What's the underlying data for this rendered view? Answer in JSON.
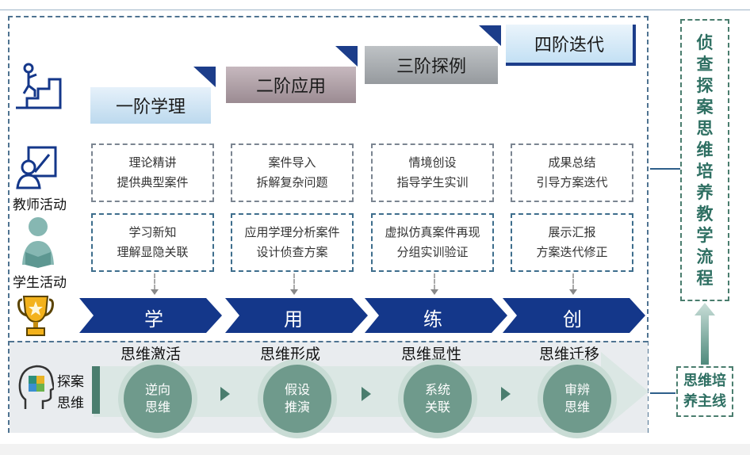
{
  "stages": [
    "一阶学理",
    "二阶应用",
    "三阶探例",
    "四阶迭代"
  ],
  "row_labels": {
    "teacher": "教师活动",
    "student": "学生活动"
  },
  "teacher_activities": [
    {
      "line1": "理论精讲",
      "line2": "提供典型案件"
    },
    {
      "line1": "案件导入",
      "line2": "拆解复杂问题"
    },
    {
      "line1": "情境创设",
      "line2": "指导学生实训"
    },
    {
      "line1": "成果总结",
      "line2": "引导方案迭代"
    }
  ],
  "student_activities": [
    {
      "line1": "学习新知",
      "line2": "理解显隐关联"
    },
    {
      "line1": "应用学理分析案件",
      "line2": "设计侦查方案"
    },
    {
      "line1": "虚拟仿真案件再现",
      "line2": "分组实训验证"
    },
    {
      "line1": "展示汇报",
      "line2": "方案迭代修正"
    }
  ],
  "arrows": [
    "学",
    "用",
    "练",
    "创"
  ],
  "thinking_label": {
    "line1": "探案",
    "line2": "思维"
  },
  "phases": [
    "思维激活",
    "思维形成",
    "思维显性",
    "思维迁移"
  ],
  "circles": [
    {
      "line1": "逆向",
      "line2": "思维"
    },
    {
      "line1": "假设",
      "line2": "推演"
    },
    {
      "line1": "系统",
      "line2": "关联"
    },
    {
      "line1": "审辨",
      "line2": "思维"
    }
  ],
  "side_title": [
    "侦",
    "查",
    "探",
    "案",
    "思",
    "维",
    "培",
    "养",
    "教",
    "学",
    "流",
    "程"
  ],
  "main_line": {
    "line1": "思维培",
    "line2": "养主线"
  },
  "icons": [
    "stairs-person-icon",
    "teacher-board-icon",
    "student-reading-icon",
    "trophy-icon",
    "head-puzzle-icon"
  ],
  "colors": {
    "navy": "#14378a",
    "teal": "#6f9a8c",
    "stage1": "#cfe3f3",
    "stage2": "#a8989e",
    "stage3": "#a2a6aa",
    "stage4": "#d4e9f7"
  }
}
